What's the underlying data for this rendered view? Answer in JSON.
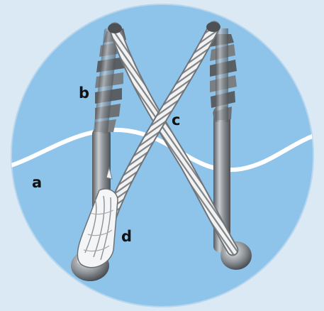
{
  "labels": {
    "a": "a",
    "b": "b",
    "c": "c",
    "d": "d"
  },
  "colors": {
    "frame": "#dbe9f5",
    "disc": "#8ec3ea",
    "disc_edge": "#6fafdf",
    "wave": "#ffffff",
    "metal_dark": "#5f6468",
    "metal_mid": "#9aa0a5",
    "metal_light": "#e6e8ea",
    "cable_light": "#f4f4f4",
    "cable_shadow": "#7d8287",
    "label": "#111111"
  }
}
